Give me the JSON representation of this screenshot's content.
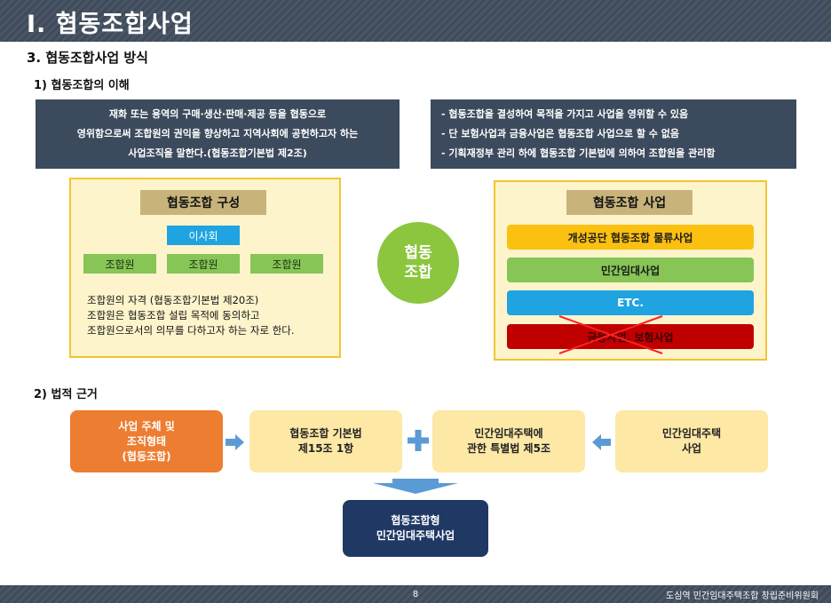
{
  "header": {
    "title": "Ⅰ. 협동조합사업"
  },
  "section": {
    "title": "3. 협동조합사업 방식",
    "sub1_title": "1) 협동조합의 이해",
    "sub2_title": "2) 법적 근거"
  },
  "definition": {
    "lines": [
      "재화 또는 용역의 구매·생산·판매·제공 등을 협동으로",
      "영위함으로써 조합원의 권익을 향상하고 지역사회에 공헌하고자 하는",
      "사업조직을 말한다.(협동조합기본법 제2조)"
    ]
  },
  "notes": {
    "lines": [
      "- 협동조합을 결성하여 목적을 가지고 사업을 영위할 수 있음",
      "- 단 보험사업과 금융사업은 협동조합 사업으로 할 수 없음",
      "- 기획재정부 관리 하에 협동조합 기본법에 의하여 조합원을 관리함"
    ]
  },
  "composition": {
    "header": "협동조합 구성",
    "board": "이사회",
    "members": [
      "조합원",
      "조합원",
      "조합원"
    ],
    "qualification_lines": [
      "조합원의 자격 (협동조합기본법 제20조)",
      "조합원은 협동조합 설립 목적에 동의하고",
      "조합원으로서의 의무를 다하고자 하는 자로 한다."
    ]
  },
  "center": {
    "lines": [
      "협동",
      "조합"
    ]
  },
  "business": {
    "header": "협동조합 사업",
    "items": [
      {
        "label": "개성공단 협동조합 물류사업",
        "color": "#fcc011"
      },
      {
        "label": "민간임대사업",
        "color": "#86c556"
      },
      {
        "label": "ETC.",
        "color": "#1fa3e1"
      },
      {
        "label": "금융사업, 보험사업",
        "color": "#c00000",
        "crossed_out": true
      }
    ]
  },
  "legal_flow": {
    "step1": [
      "사업 주체 및",
      "조직형태",
      "(협동조합)"
    ],
    "step2": [
      "협동조합 기본법",
      "제15조 1항"
    ],
    "step3": [
      "민간임대주택에",
      "관한 특별법 제5조"
    ],
    "step4": [
      "민간임대주택",
      "사업"
    ],
    "result": [
      "협동조합형",
      "민간임대주택사업"
    ]
  },
  "footer": {
    "page_number": "8",
    "organization": "도심역 민간임대주택조합 창립준비위원회"
  },
  "colors": {
    "header_bg": "#3f4b5a",
    "dark_box": "#3b4a5c",
    "panel_fill": "#fdf4cc",
    "panel_border": "#f1c531",
    "tan_header": "#c8b47b",
    "orange": "#ed7d31",
    "light_yellow": "#fde8a6",
    "navy": "#1f3864",
    "green": "#86c556",
    "blue": "#1fa3e1",
    "arrow_blue": "#5b9bd5",
    "cross_red": "#ff2020"
  }
}
